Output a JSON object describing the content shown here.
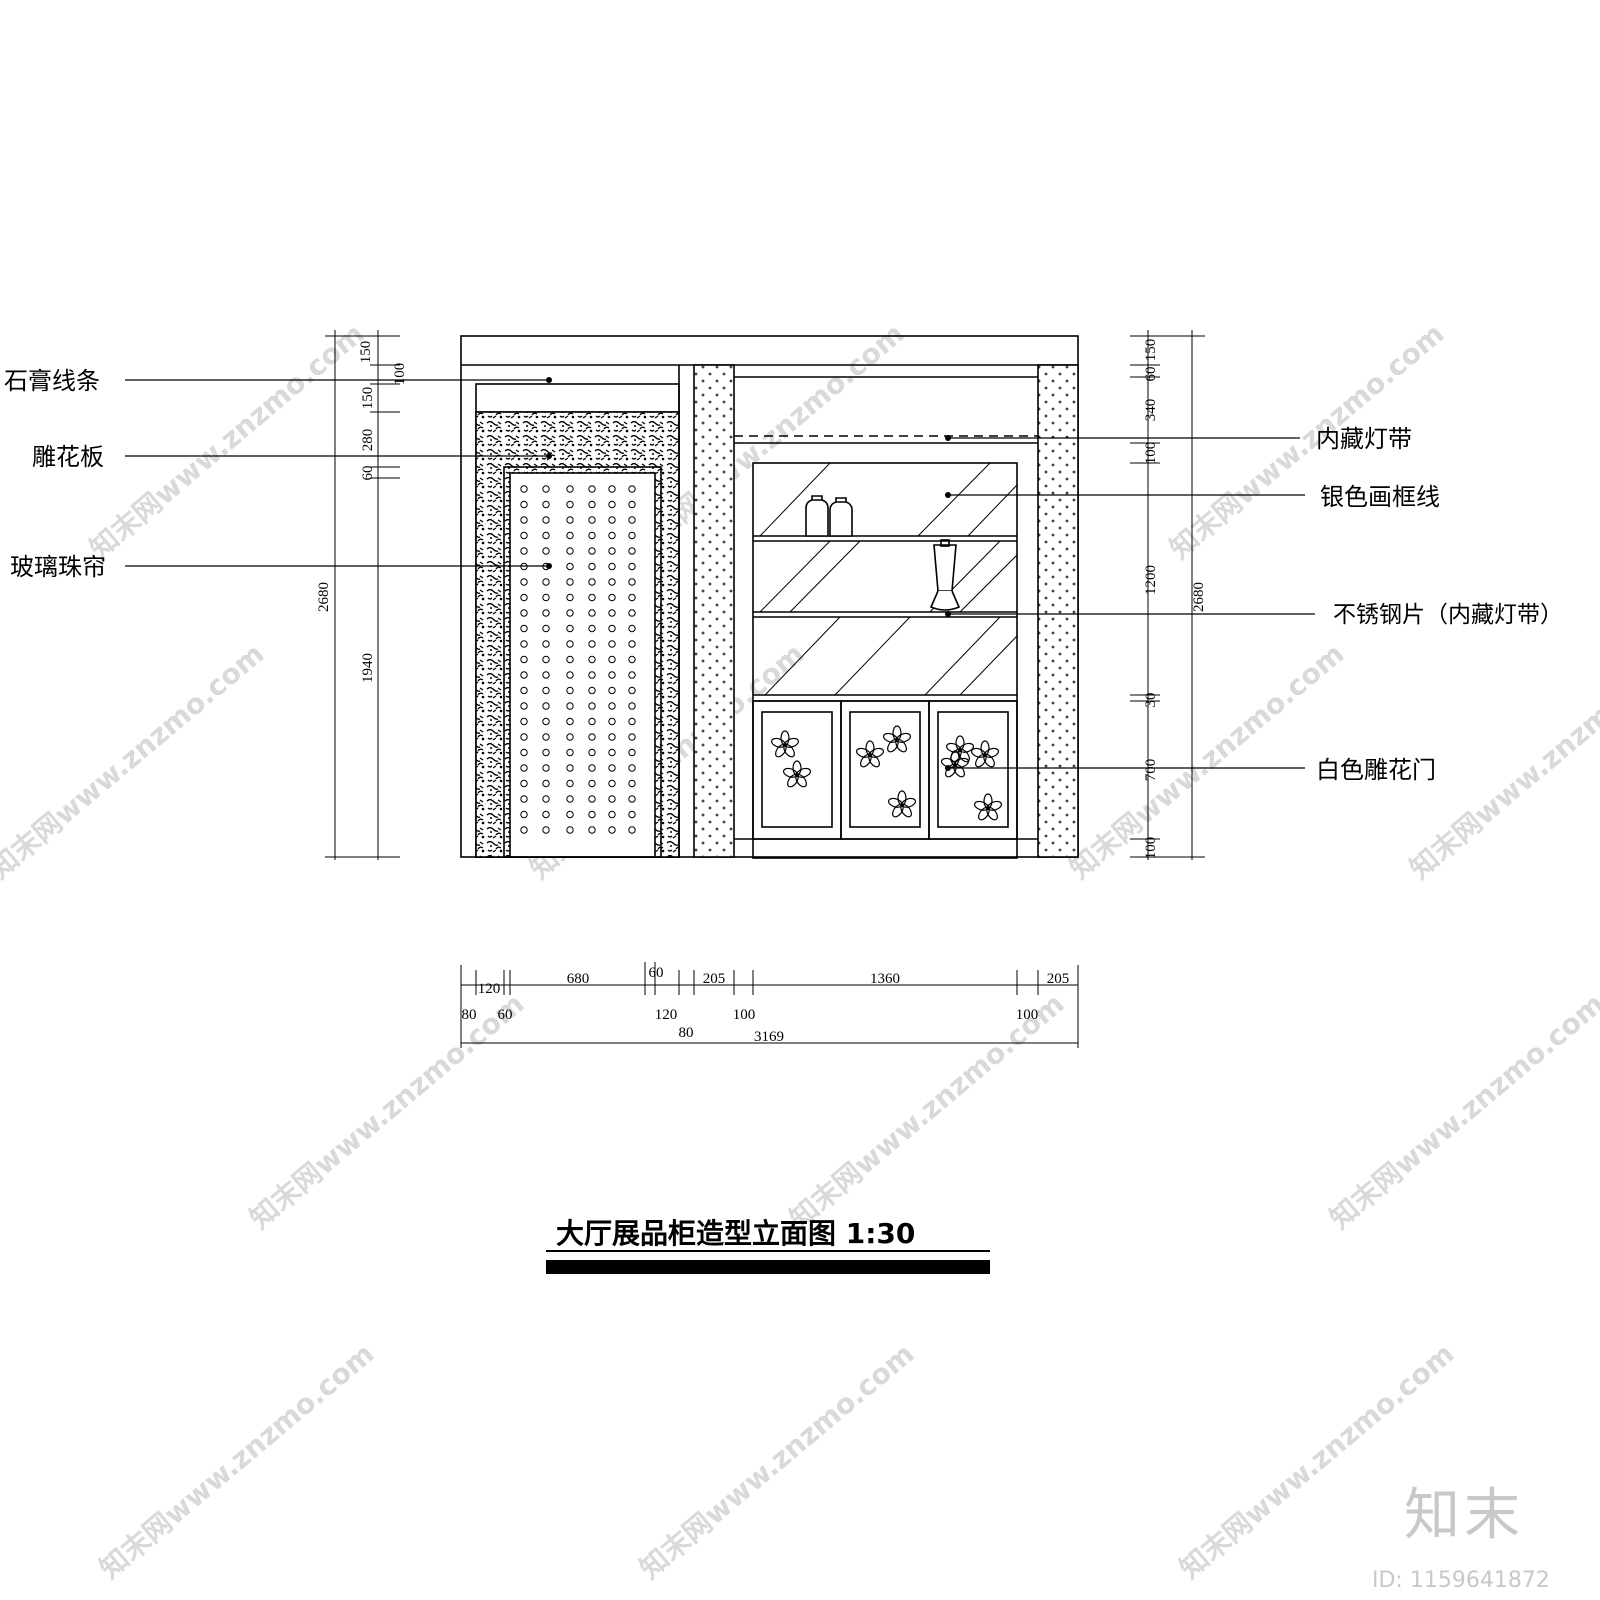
{
  "title": "大厅展品柜造型立面图  1:30",
  "labels_left": [
    "石膏线条",
    "雕花板",
    "玻璃珠帘"
  ],
  "labels_right": [
    "内藏灯带",
    "银色画框线",
    "不锈钢片（内藏灯带）",
    "白色雕花门"
  ],
  "dims_left_outer": [
    "150",
    "2680"
  ],
  "dims_left_inner": [
    "100",
    "150",
    "280",
    "60",
    "1940"
  ],
  "dims_right_inner": [
    "150",
    "60",
    "340",
    "100",
    "1200",
    "30",
    "700",
    "100"
  ],
  "dims_right_outer": [
    "2680"
  ],
  "dims_bottom_top": [
    "120",
    "680",
    "60",
    "205",
    "1360",
    "205"
  ],
  "dims_bottom_mid": [
    "80",
    "60",
    "120",
    "100",
    "100"
  ],
  "dims_bottom_low": [
    "80"
  ],
  "dims_bottom_total": [
    "3169"
  ],
  "watermark_text": "知末网www.znzmo.com",
  "brand": "知末",
  "brand_id": "ID: 1159641872"
}
